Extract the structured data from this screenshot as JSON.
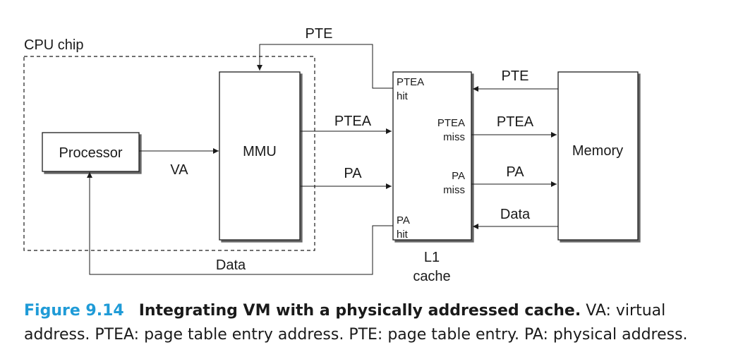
{
  "diagram": {
    "cpu_chip_label": "CPU chip",
    "processor_label": "Processor",
    "mmu_label": "MMU",
    "cache_label_line1": "L1",
    "cache_label_line2": "cache",
    "memory_label": "Memory",
    "pte_top_label": "PTE",
    "va_label": "VA",
    "ptea_label": "PTEA",
    "pa_label": "PA",
    "data_bottom_label": "Data",
    "ptea_hit_line1": "PTEA",
    "ptea_hit_line2": "hit",
    "ptea_miss_line1": "PTEA",
    "ptea_miss_line2": "miss",
    "pa_miss_line1": "PA",
    "pa_miss_line2": "miss",
    "pa_hit_line1": "PA",
    "pa_hit_line2": "hit",
    "mem_pte_label": "PTE",
    "mem_ptea_label": "PTEA",
    "mem_pa_label": "PA",
    "mem_data_label": "Data"
  },
  "caption": {
    "figure_number": "Figure 9.14",
    "title": "Integrating VM with a physically addressed cache.",
    "description": "VA: virtual address. PTEA: page table entry address. PTE: page table entry. PA: physical address."
  }
}
